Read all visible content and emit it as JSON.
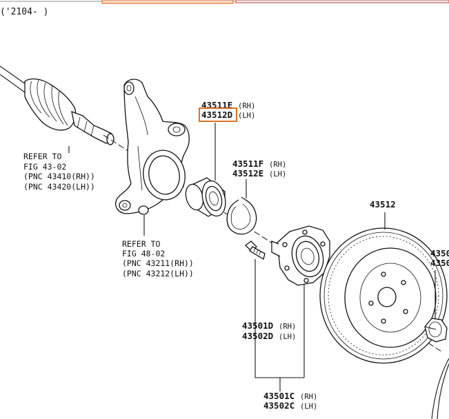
{
  "header": {
    "range": "('2104-      )"
  },
  "tabs": {
    "active_accent": "#e06010",
    "border": "#c04040"
  },
  "highlight": {
    "color": "#e07020"
  },
  "labels": {
    "l43511E": {
      "num": "43511E",
      "sfx": "(RH)"
    },
    "l43512D": {
      "num": "43512D",
      "sfx": "(LH)"
    },
    "l43511F": {
      "num": "43511F",
      "sfx": "(RH)"
    },
    "l43512E": {
      "num": "43512E",
      "sfx": "(LH)"
    },
    "l43512": {
      "num": "43512"
    },
    "l4350a": {
      "num": "4350"
    },
    "l4350b": {
      "num": "4350"
    },
    "l43501D": {
      "num": "43501D",
      "sfx": "(RH)"
    },
    "l43502D": {
      "num": "43502D",
      "sfx": "(LH)"
    },
    "l43501C": {
      "num": "43501C",
      "sfx": "(RH)"
    },
    "l43502C": {
      "num": "43502C",
      "sfx": "(LH)"
    }
  },
  "refer_shaft": {
    "l1": "REFER TO",
    "l2": "FIG 43-02",
    "l3": "(PNC 43410(RH))",
    "l4": "(PNC 43420(LH))"
  },
  "refer_knuckle": {
    "l1": "REFER TO",
    "l2": "FIG 48-02",
    "l3": "(PNC 43211(RH))",
    "l4": "(PNC 43212(LH))"
  }
}
